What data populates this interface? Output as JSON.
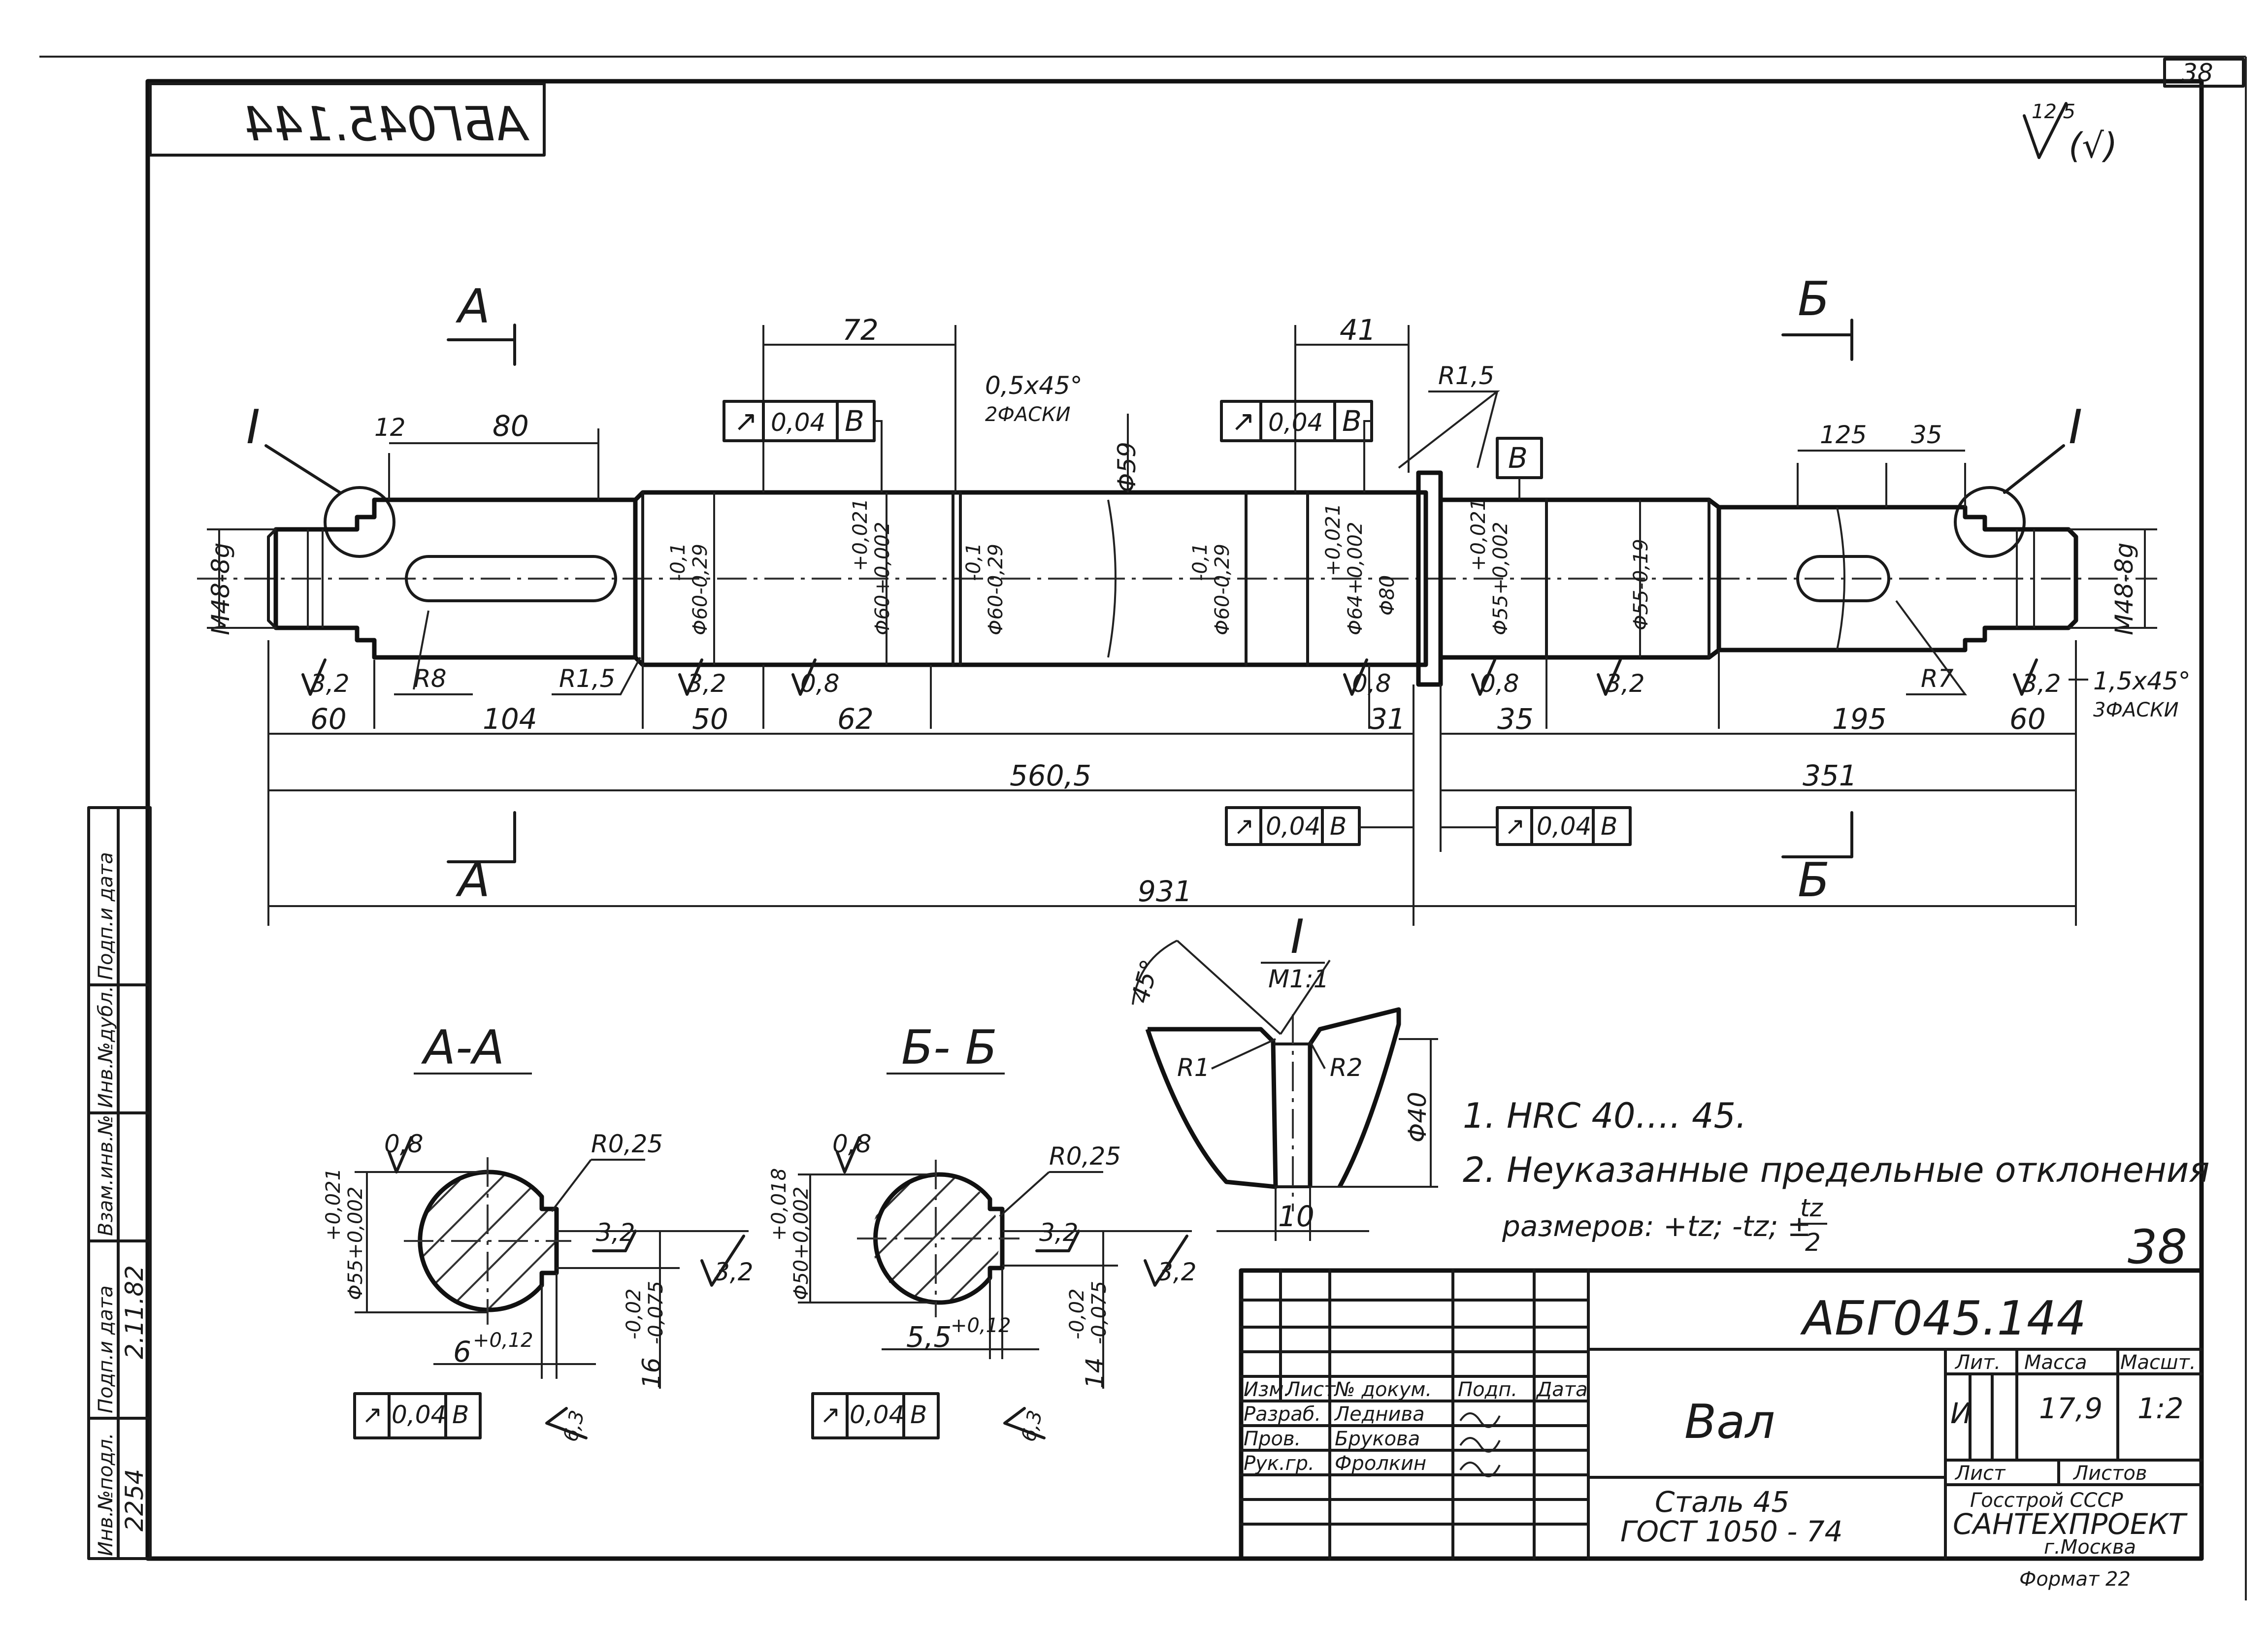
{
  "frame": {
    "sheet_no": "38",
    "mirrored_code": "АБГ045.144",
    "roughness_general": "12,5",
    "roughness_paren": "(√)"
  },
  "views": {
    "section_a_mark": "А",
    "section_b_mark": "Б",
    "detail_mark": "I",
    "datum_mark": "В",
    "section_a_title": "А-А",
    "section_b_title": "Б- Б",
    "detail_title": "I",
    "detail_scale": "M1:1"
  },
  "dims_top": {
    "d12": "12",
    "d80": "80",
    "d72": "72",
    "d41": "41",
    "r15": "R1,5",
    "chamfer1": "0,5x45°",
    "chamfer1_note": "2ФАСКИ",
    "d125": "125",
    "d35": "35"
  },
  "tolerance_frames": {
    "sym": "↗",
    "tol": "0,04",
    "datum": "В"
  },
  "diameters": {
    "thread_left": "M48-8g",
    "thread_right": "M48-8g",
    "d60a": "Φ60-0,29",
    "d60a_upper": "-0,1",
    "d60b": "Φ60+0,002",
    "d60b_upper": "+0,021",
    "d59": "Φ59",
    "d60c": "Φ60-0,29",
    "d60c_upper": "-0,1",
    "d60d": "Φ60-0,29",
    "d60d_upper": "-0,1",
    "d64": "Φ64+0,002",
    "d64_upper": "+0,021",
    "d80": "Φ80",
    "d55a": "Φ55+0,002",
    "d55a_upper": "+0,021",
    "d55b": "Φ55-0,19"
  },
  "roughness": {
    "r32": "3,2",
    "r08": "0,8"
  },
  "dims_bottom": {
    "r8": "R8",
    "r15": "R1,5",
    "r7": "R7",
    "d60l": "60",
    "d104": "104",
    "d50": "50",
    "d62": "62",
    "d31": "31",
    "d35": "35",
    "d195": "195",
    "d60r": "60",
    "chamfer2": "1,5x45°",
    "chamfer2_note": "3ФАСКИ",
    "d560": "560,5",
    "d351": "351",
    "d931": "931"
  },
  "section_aa": {
    "rough_top": "0,8",
    "r025": "R0,25",
    "dia": "Φ55+0,002",
    "dia_upper": "+0,021",
    "rough_key": "3,2",
    "rough_right": "3,2",
    "key_w": "6",
    "key_w_tol": "+0,12",
    "key_h": "16",
    "key_h_tol": "-0,02",
    "key_h_tol2": "-0,075",
    "rough_63": "6,3",
    "tol": "0,04",
    "datum": "В"
  },
  "section_bb": {
    "rough_top": "0,8",
    "r025": "R0,25",
    "dia": "Φ50+0,002",
    "dia_upper": "+0,018",
    "rough_key": "3,2",
    "rough_right": "3,2",
    "key_w": "5,5",
    "key_w_tol": "+0,12",
    "key_h": "14",
    "key_h_tol": "-0,02",
    "key_h_tol2": "-0,075",
    "rough_63": "6,3",
    "tol": "0,04",
    "datum": "В"
  },
  "detail": {
    "angle": "45°",
    "r1": "R1",
    "r2": "R2",
    "dia": "Φ40",
    "width": "10"
  },
  "notes": {
    "n1": "1. HRC 40…. 45.",
    "n2": "2. Неуказанные предельные отклонения",
    "n3": "размеров: +tz; -tz; ±"
  },
  "title_block": {
    "code": "АБГ045.144",
    "sheet_small": "38",
    "name": "Вал",
    "material1": "Сталь 45",
    "material2": "ГОСТ 1050 - 74",
    "hdr_izm": "Изм.",
    "hdr_list": "Лист",
    "hdr_doc": "№ докум.",
    "hdr_podp": "Подп.",
    "hdr_data": "Дата",
    "r1_role": "Разраб.",
    "r1_name": "Леднива",
    "r2_role": "Пров.",
    "r2_name": "Брукова",
    "r3_role": "Рук.гр.",
    "r3_name": "Фролкин",
    "lit_hdr": "Лит.",
    "mass_hdr": "Масса",
    "scale_hdr": "Масшт.",
    "lit": "И",
    "mass": "17,9",
    "scale": "1:2",
    "list_hdr": "Лист",
    "listov_hdr": "Листов",
    "org1": "Госстрой СССР",
    "org2": "САНТЕХПРОЕКТ",
    "org3": "г.Москва",
    "format": "Формат 22"
  },
  "side_block": {
    "inv": "Инв.№подл.",
    "podp": "Подп.и дата",
    "vzam": "Взам.инв.№",
    "inv_dubl": "Инв.№дубл.",
    "podp2": "Подп.и дата",
    "inv_val": "2254",
    "podp_val": "2.11.82"
  }
}
